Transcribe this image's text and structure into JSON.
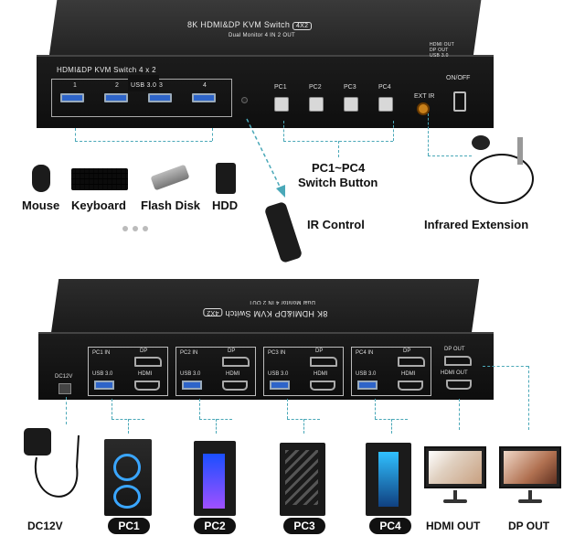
{
  "device_top": {
    "top_title": "8K HDMI&DP KVM Switch",
    "top_badge": "4X2",
    "top_subtitle": "Dual Monitor 4 IN 2 OUT",
    "front_title": "HDMI&DP KVM Switch 4 x 2",
    "usb_label": "USB 3.0",
    "usb_ports": [
      "1",
      "2",
      "3",
      "4"
    ],
    "pc_buttons": [
      "PC1",
      "PC2",
      "PC3",
      "PC4"
    ],
    "ir_label": "EXT IR",
    "power_label": "ON/OFF",
    "led_labels": [
      "HDMI OUT",
      "DP OUT",
      "USB 3.0"
    ]
  },
  "peripherals": {
    "items": [
      "Mouse",
      "Keyboard",
      "Flash Disk",
      "HDD"
    ]
  },
  "captions": {
    "switch_button_line1": "PC1~PC4",
    "switch_button_line2": "Switch Button",
    "ir_control": "IR Control",
    "infrared_extension": "Infrared Extension"
  },
  "device_bottom": {
    "top_title": "8K HDMI&DP KVM Switch",
    "top_badge": "4X2",
    "top_subtitle": "Dual Monitor 4 IN 2 OUT",
    "dc_label": "DC12V",
    "pc_blocks": [
      {
        "in": "PC1 IN",
        "dp": "DP",
        "usb": "USB 3.0",
        "hdmi": "HDMI"
      },
      {
        "in": "PC2 IN",
        "dp": "DP",
        "usb": "USB 3.0",
        "hdmi": "HDMI"
      },
      {
        "in": "PC3 IN",
        "dp": "DP",
        "usb": "USB 3.0",
        "hdmi": "HDMI"
      },
      {
        "in": "PC4 IN",
        "dp": "DP",
        "usb": "USB 3.0",
        "hdmi": "HDMI"
      }
    ],
    "dp_out": "DP OUT",
    "hdmi_out": "HDMI OUT"
  },
  "bottom_row": {
    "power": "DC12V",
    "pcs": [
      "PC1",
      "PC2",
      "PC3",
      "PC4"
    ],
    "hdmi_out": "HDMI OUT",
    "dp_out": "DP OUT"
  }
}
